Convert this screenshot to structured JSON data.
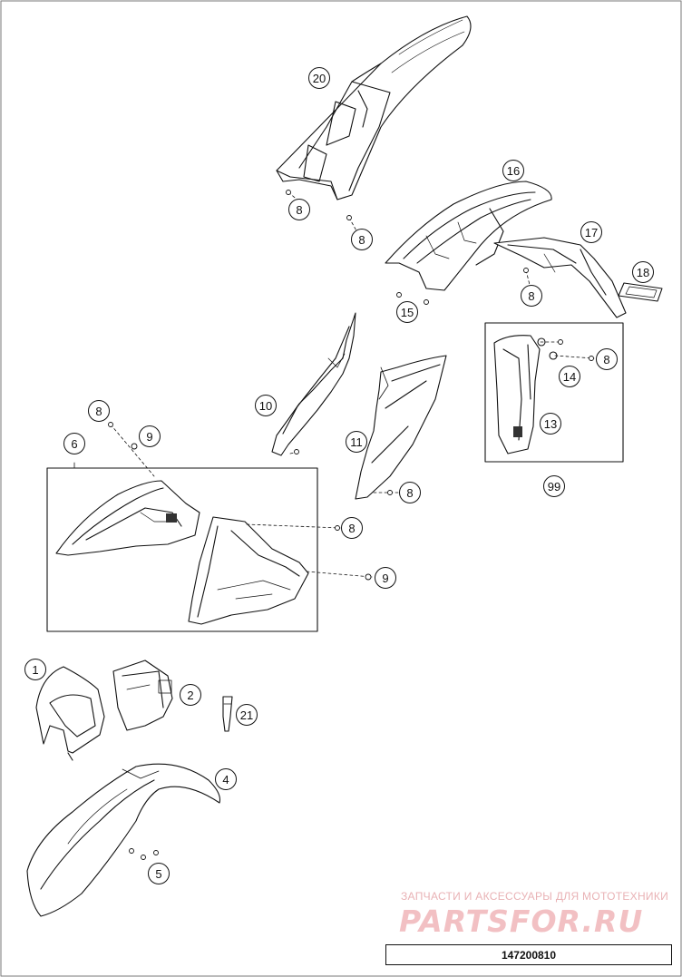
{
  "diagram": {
    "code": "147200810",
    "watermark_tagline": "ЗАПЧАСТИ И АКСЕССУАРЫ ДЛЯ МОТОТЕХНИКИ",
    "watermark_logo": "PARTSFOR.RU",
    "colors": {
      "line": "#111111",
      "part_shade": "#e6e6e6",
      "watermark": "#f2c0c3"
    },
    "callouts": [
      {
        "id": "c20",
        "label": "20"
      },
      {
        "id": "c8a",
        "label": "8"
      },
      {
        "id": "c8b",
        "label": "8"
      },
      {
        "id": "c16",
        "label": "16"
      },
      {
        "id": "c17",
        "label": "17"
      },
      {
        "id": "c18",
        "label": "18"
      },
      {
        "id": "c8c",
        "label": "8"
      },
      {
        "id": "c15",
        "label": "15"
      },
      {
        "id": "c8d",
        "label": "8"
      },
      {
        "id": "c14",
        "label": "14"
      },
      {
        "id": "c13",
        "label": "13"
      },
      {
        "id": "c99",
        "label": "99"
      },
      {
        "id": "c10",
        "label": "10"
      },
      {
        "id": "c11",
        "label": "11"
      },
      {
        "id": "c8e",
        "label": "8"
      },
      {
        "id": "c8f",
        "label": "8"
      },
      {
        "id": "c9a",
        "label": "9"
      },
      {
        "id": "c6",
        "label": "6"
      },
      {
        "id": "c8g",
        "label": "8"
      },
      {
        "id": "c9b",
        "label": "9"
      },
      {
        "id": "c1",
        "label": "1"
      },
      {
        "id": "c2",
        "label": "2"
      },
      {
        "id": "c21",
        "label": "21"
      },
      {
        "id": "c4",
        "label": "4"
      },
      {
        "id": "c5",
        "label": "5"
      }
    ]
  }
}
